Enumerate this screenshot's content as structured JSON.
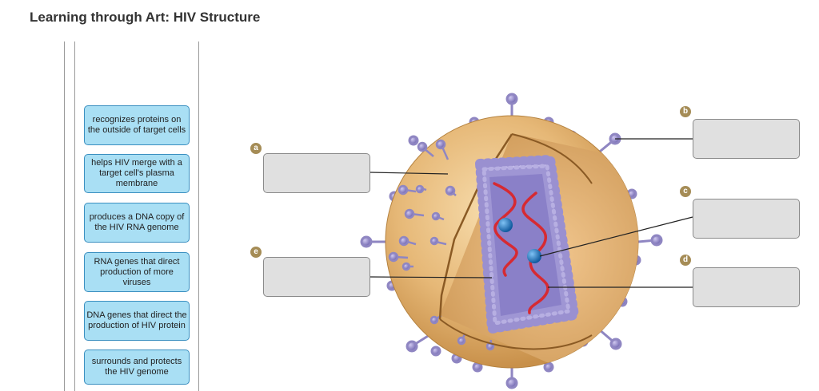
{
  "header": {
    "title": "Learning through Art: HIV Structure"
  },
  "label_bank": {
    "items": [
      {
        "text": "recognizes proteins on the outside of target cells"
      },
      {
        "text": "helps HIV merge with a target cell's plasma membrane"
      },
      {
        "text": "produces a DNA copy of the HIV RNA genome"
      },
      {
        "text": "RNA genes that direct production of more viruses"
      },
      {
        "text": "DNA genes that direct the production of HIV protein"
      },
      {
        "text": "surrounds and protects the HIV genome"
      }
    ]
  },
  "targets": {
    "a": {
      "marker": "a",
      "value": ""
    },
    "b": {
      "marker": "b",
      "value": ""
    },
    "c": {
      "marker": "c",
      "value": ""
    },
    "d": {
      "marker": "d",
      "value": ""
    },
    "e": {
      "marker": "e",
      "value": ""
    }
  },
  "colors": {
    "chip_fill": "#a9dff4",
    "chip_border": "#3a8fc0",
    "drop_fill": "#e0e0e0",
    "marker_fill": "#a58c56",
    "envelope": "#e3b678",
    "capsid": "#8c82c8",
    "rna": "#d62a32",
    "enzyme": "#1c73c4"
  }
}
